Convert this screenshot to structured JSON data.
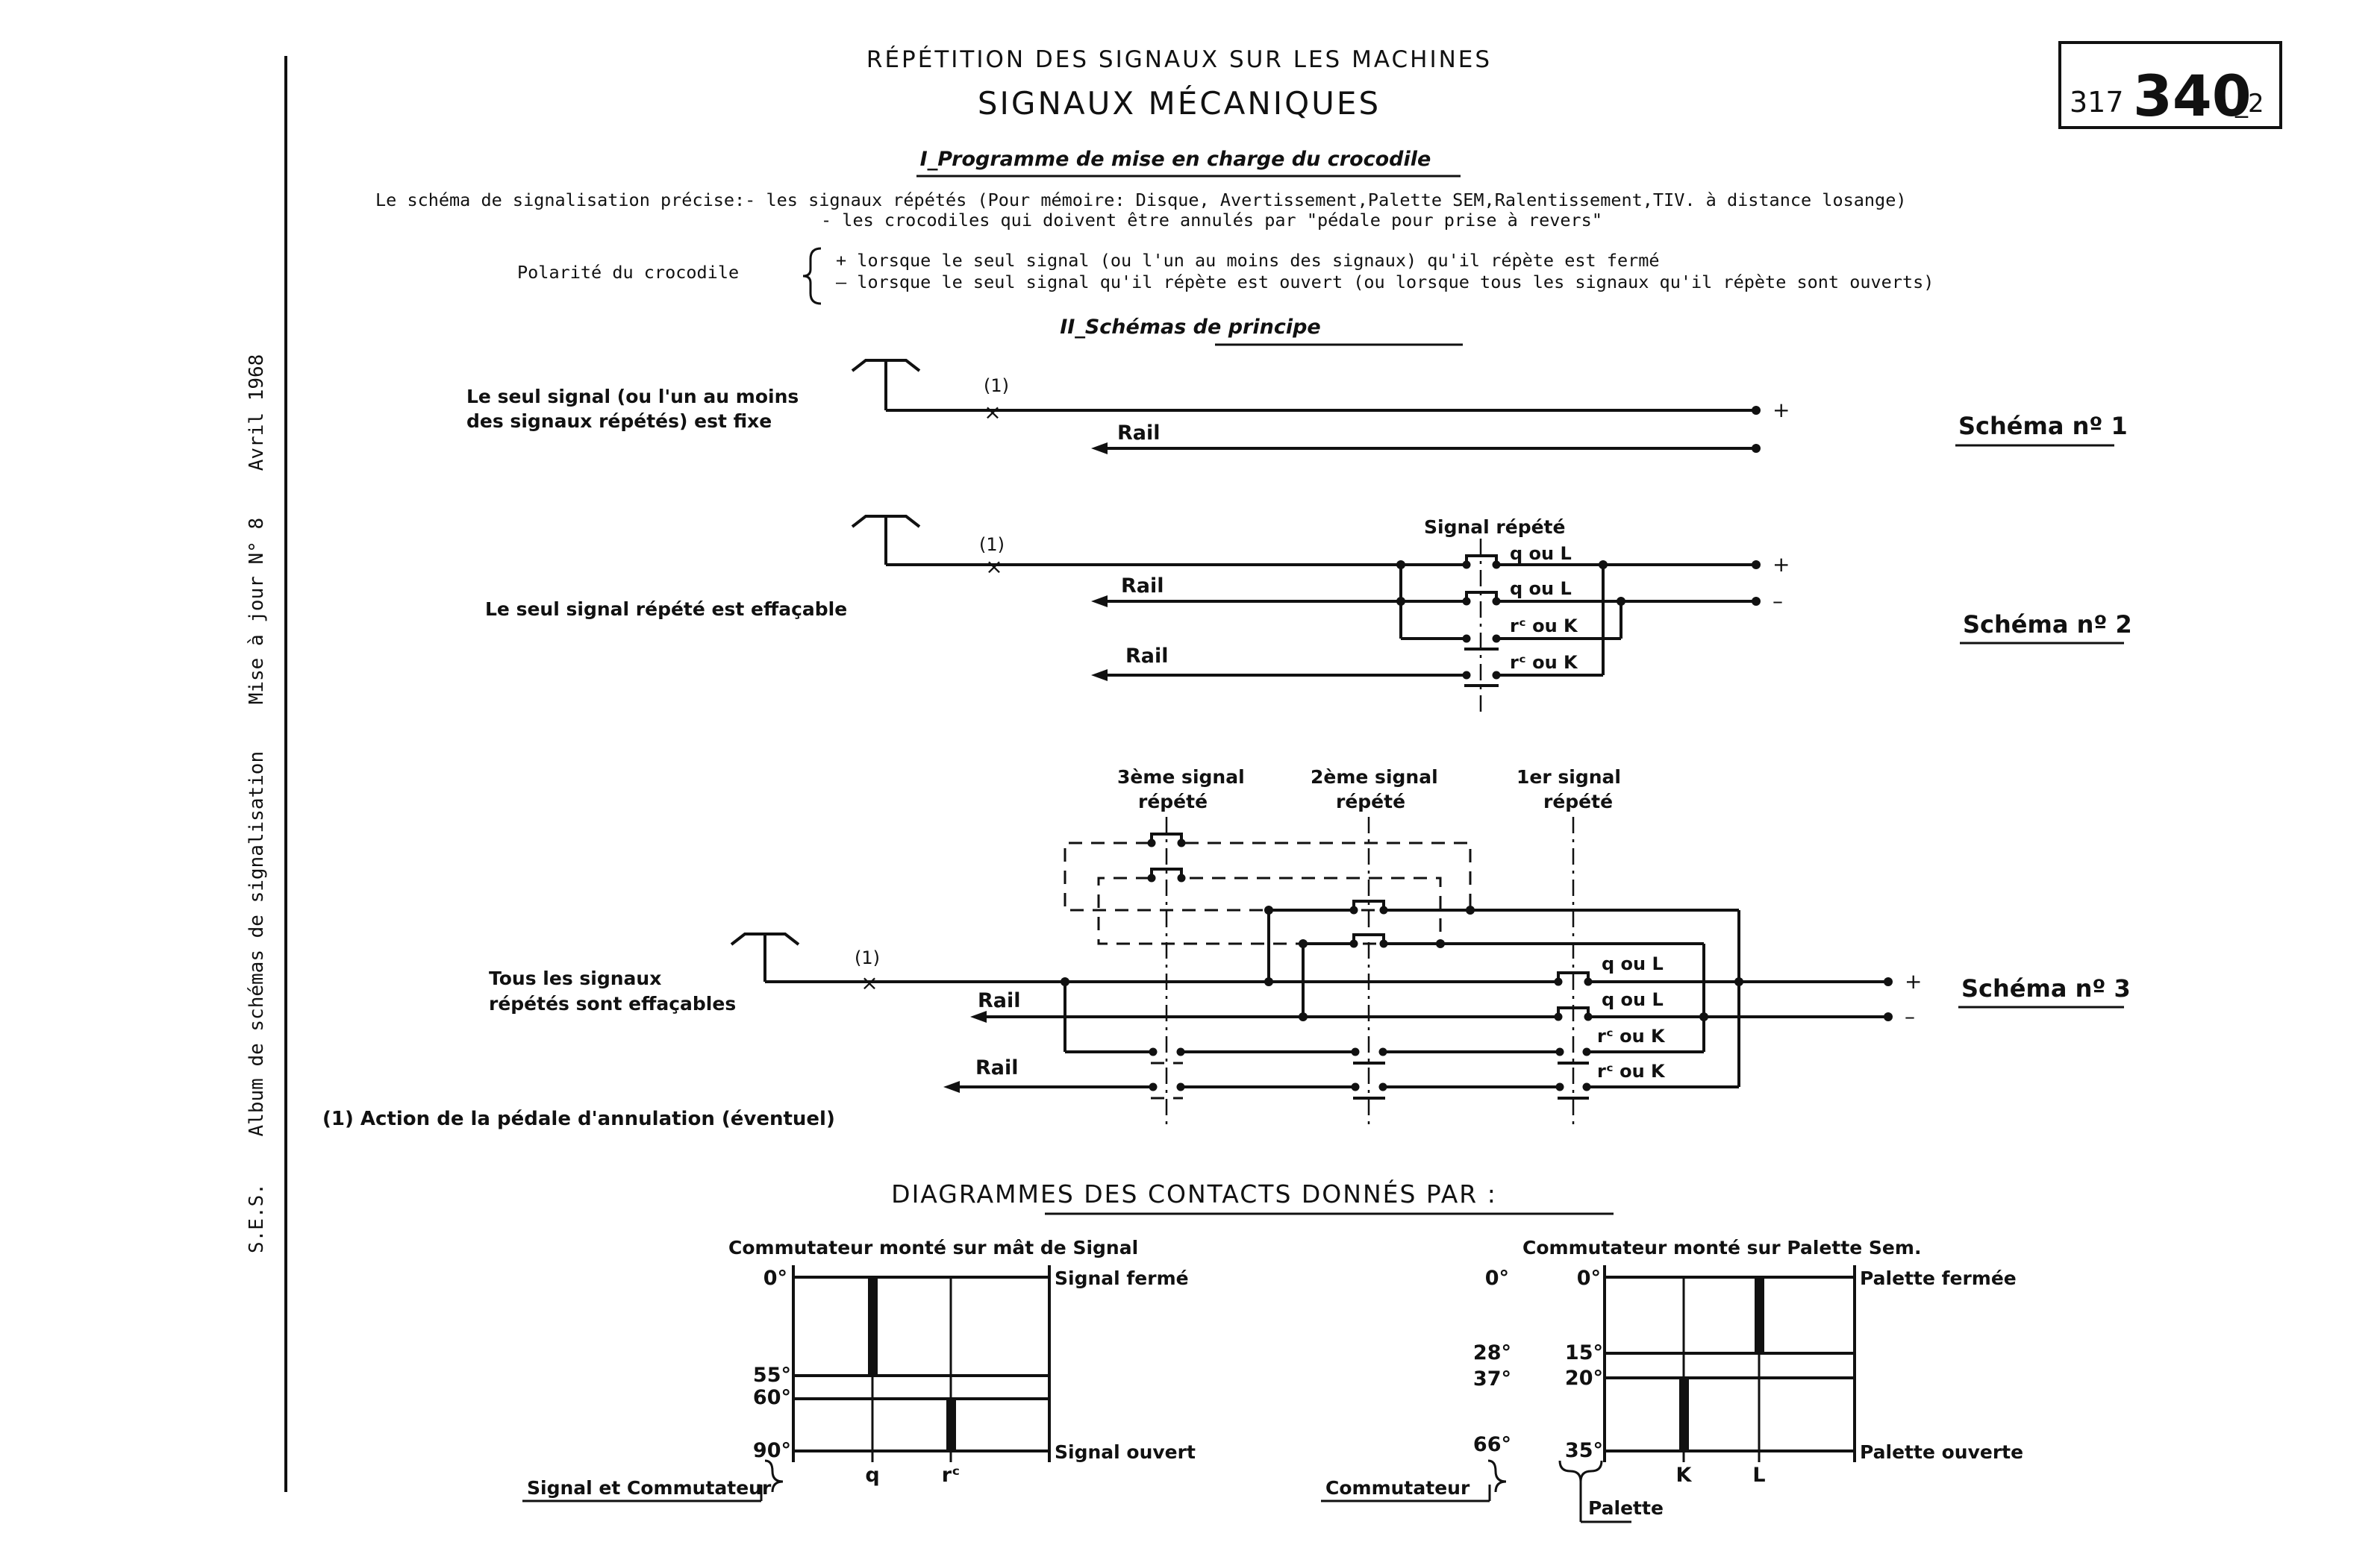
{
  "header": {
    "title_line1": "RÉPÉTITION DES SIGNAUX SUR LES MACHINES",
    "title_line2": "SIGNAUX MÉCANIQUES",
    "ref_prefix": "317",
    "ref_number": "340",
    "ref_suffix": "_2"
  },
  "margin": {
    "sidebar_text": "S.E.S.    Album de schémas de signalisation    Mise à jour N° 8    Avril 1968"
  },
  "section1": {
    "heading": "I_Programme de mise en charge du crocodile",
    "intro": "Le schéma de signalisation précise:- les signaux répétés (Pour mémoire: Disque, Avertissement,Palette SEM,Ralentissement,TIV. à distance losange)",
    "intro2": "- les crocodiles qui doivent être annulés par \"pédale pour prise à revers\"",
    "polarity_label": "Polarité du crocodile",
    "polarity_plus": "+ lorsque le seul signal (ou l'un au moins des signaux) qu'il répète est fermé",
    "polarity_minus": "— lorsque le seul signal qu'il répète est ouvert (ou lorsque tous les signaux qu'il répète sont ouverts)"
  },
  "section2": {
    "heading": "II_Schémas de principe"
  },
  "schema1": {
    "label_line1": "Le seul signal (ou l'un au moins",
    "label_line2": "des signaux répétés) est fixe",
    "pedal_mark": "(1)",
    "rail": "Rail",
    "plus": "+",
    "name": "Schéma nº 1"
  },
  "schema2": {
    "label": "Le seul signal répété est effaçable",
    "pedal_mark": "(1)",
    "signal_label": "Signal répété",
    "contact1": "q ou L",
    "contact2": "q ou L",
    "contact3": "rᶜ ou K",
    "contact4": "rᶜ ou K",
    "rail_top": "Rail",
    "rail_bottom": "Rail",
    "plus": "+",
    "minus": "–",
    "name": "Schéma nº 2"
  },
  "schema3": {
    "label_line1": "Tous les signaux",
    "label_line2": "répétés sont effaçables",
    "pedal_mark": "(1)",
    "sig3_line1": "3ème signal",
    "sig3_line2": "répété",
    "sig2_line1": "2ème signal",
    "sig2_line2": "répété",
    "sig1_line1": "1er signal",
    "sig1_line2": "répété",
    "contact1": "q ou L",
    "contact2": "q ou L",
    "contact3": "rᶜ ou K",
    "contact4": "rᶜ ou K",
    "rail_top": "Rail",
    "rail_bottom": "Rail",
    "plus": "+",
    "minus": "–",
    "name": "Schéma nº 3"
  },
  "footnote": "(1) Action de la pédale d'annulation (éventuel)",
  "diagrams": {
    "heading": "DIAGRAMMES DES CONTACTS DONNÉS PAR :",
    "left": {
      "title": "Commutateur monté sur mât de Signal",
      "angles": [
        "0°",
        "55°",
        "60°",
        "90°"
      ],
      "state_top": "Signal fermé",
      "state_bottom": "Signal ouvert",
      "col_q": "q",
      "col_rc": "rᶜ",
      "brace_label": "Signal et Commutateur",
      "q_range": [
        0,
        55
      ],
      "rc_range": [
        60,
        90
      ]
    },
    "right": {
      "title": "Commutateur monté sur Palette Sem.",
      "commutateur_angles": [
        "0°",
        "28°",
        "37°",
        "66°"
      ],
      "palette_angles": [
        "0°",
        "15°",
        "20°",
        "35°"
      ],
      "state_top": "Palette fermée",
      "state_bottom": "Palette ouverte",
      "col_k": "K",
      "col_l": "L",
      "brace_commutateur": "Commutateur",
      "brace_palette": "Palette",
      "l_range": [
        0,
        15
      ],
      "k_range": [
        20,
        35
      ]
    }
  }
}
